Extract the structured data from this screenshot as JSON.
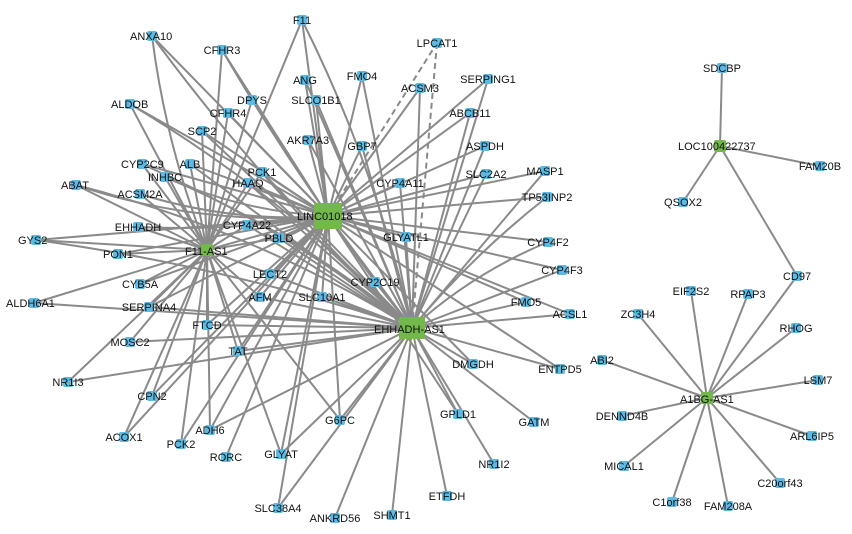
{
  "graph": {
    "hubs": [
      "LINC01018",
      "EHHADH-AS1",
      "F11-AS1",
      "A1BG-AS1",
      "LOC100422737"
    ],
    "genes": [
      "F11",
      "ANXA10",
      "CFHR3",
      "LPCAT1",
      "ANG",
      "FMO4",
      "DPYS",
      "SLCO1B1",
      "ACSM3",
      "SERPING1",
      "ALDOB",
      "CFHR4",
      "SCP2",
      "AKR7A3",
      "ABCB11",
      "GBP7",
      "ASPDH",
      "CYP2C9",
      "ALB",
      "INHBC",
      "PCK1",
      "HAAQ",
      "SLC2A2",
      "CYP4A11",
      "MASP1",
      "ABAT",
      "ACSM2A",
      "TP53INP2",
      "EHHADH",
      "CYP4A22",
      "GYS2",
      "PBLD",
      "GLYATL1",
      "CYP4F2",
      "PON1",
      "LECT2",
      "CYP2C19",
      "CYP4F3",
      "CYB5A",
      "ALDH6A1",
      "AFM",
      "SLC10A1",
      "FMO5",
      "ACSL1",
      "SERPINA4",
      "FTCD",
      "MOSC2",
      "TAT",
      "DMGDH",
      "ENTPD5",
      "NR1I3",
      "CPN2",
      "ACOX1",
      "ADH6",
      "PCK2",
      "G6PC",
      "GPLD1",
      "GATM",
      "GLYAT",
      "NR1I2",
      "RORC",
      "ETFDH",
      "SLC38A4",
      "ANKRD56",
      "SHMT1",
      "SDCBP",
      "FAM20B",
      "QSOX2",
      "CD97",
      "EIF2S2",
      "RPAP3",
      "ZC3H4",
      "RHOG",
      "ABI2",
      "LSM7",
      "DENND4B",
      "ARL6IP5",
      "MICAL1",
      "C20orf43",
      "C1orf38",
      "FAM208A"
    ],
    "edges": [
      [
        "LINC01018",
        "F11"
      ],
      [
        "LINC01018",
        "ANXA10"
      ],
      [
        "LINC01018",
        "CFHR3"
      ],
      [
        "LINC01018",
        "ANG"
      ],
      [
        "LINC01018",
        "FMO4"
      ],
      [
        "LINC01018",
        "DPYS"
      ],
      [
        "LINC01018",
        "SLCO1B1"
      ],
      [
        "LINC01018",
        "ACSM3"
      ],
      [
        "LINC01018",
        "SERPING1"
      ],
      [
        "LINC01018",
        "ALDOB"
      ],
      [
        "LINC01018",
        "CFHR4"
      ],
      [
        "LINC01018",
        "SCP2"
      ],
      [
        "LINC01018",
        "AKR7A3"
      ],
      [
        "LINC01018",
        "ABCB11"
      ],
      [
        "LINC01018",
        "GBP7"
      ],
      [
        "LINC01018",
        "ASPDH"
      ],
      [
        "LINC01018",
        "CYP2C9"
      ],
      [
        "LINC01018",
        "ALB"
      ],
      [
        "LINC01018",
        "INHBC"
      ],
      [
        "LINC01018",
        "PCK1"
      ],
      [
        "LINC01018",
        "HAAQ"
      ],
      [
        "LINC01018",
        "SLC2A2"
      ],
      [
        "LINC01018",
        "CYP4A11"
      ],
      [
        "LINC01018",
        "MASP1"
      ],
      [
        "LINC01018",
        "ABAT"
      ],
      [
        "LINC01018",
        "ACSM2A"
      ],
      [
        "LINC01018",
        "TP53INP2"
      ],
      [
        "LINC01018",
        "CYP4A22"
      ],
      [
        "LINC01018",
        "GYS2"
      ],
      [
        "LINC01018",
        "PBLD"
      ],
      [
        "LINC01018",
        "GLYATL1"
      ],
      [
        "LINC01018",
        "CYP4F2"
      ],
      [
        "LINC01018",
        "LECT2"
      ],
      [
        "LINC01018",
        "CYP2C19"
      ],
      [
        "LINC01018",
        "AFM"
      ],
      [
        "LINC01018",
        "SLC10A1"
      ],
      [
        "LINC01018",
        "FMO5"
      ],
      [
        "LINC01018",
        "TAT"
      ],
      [
        "LINC01018",
        "FTCD"
      ],
      [
        "LINC01018",
        "G6PC"
      ],
      [
        "LINC01018",
        "GLYAT"
      ],
      [
        "LINC01018",
        "ADH6"
      ],
      [
        "LINC01018",
        "PCK2"
      ],
      [
        "LINC01018",
        "ACOX1"
      ],
      [
        "LINC01018",
        "RORC"
      ],
      [
        "LINC01018",
        "EHHADH-AS1"
      ],
      [
        "LINC01018",
        "F11-AS1"
      ],
      [
        "LINC01018",
        "CYP4F3"
      ],
      [
        "LINC01018",
        "ACSL1"
      ],
      [
        "LINC01018",
        "DMGDH"
      ],
      [
        "LINC01018",
        "ENTPD5"
      ],
      [
        "LINC01018",
        "GPLD1"
      ],
      [
        "LINC01018",
        "SERPINA4"
      ],
      [
        "LINC01018",
        "CYB5A"
      ],
      [
        "LINC01018",
        "PON1"
      ],
      [
        "LINC01018",
        "EHHADH"
      ],
      [
        "LINC01018",
        "CPN2"
      ],
      [
        "LINC01018",
        "SLC38A4"
      ],
      [
        "EHHADH-AS1",
        "F11"
      ],
      [
        "EHHADH-AS1",
        "ANXA10"
      ],
      [
        "EHHADH-AS1",
        "CFHR3"
      ],
      [
        "EHHADH-AS1",
        "ANG"
      ],
      [
        "EHHADH-AS1",
        "FMO4"
      ],
      [
        "EHHADH-AS1",
        "SLCO1B1"
      ],
      [
        "EHHADH-AS1",
        "ACSM3"
      ],
      [
        "EHHADH-AS1",
        "SERPING1"
      ],
      [
        "EHHADH-AS1",
        "ALDOB"
      ],
      [
        "EHHADH-AS1",
        "SCP2"
      ],
      [
        "EHHADH-AS1",
        "AKR7A3"
      ],
      [
        "EHHADH-AS1",
        "ABCB11"
      ],
      [
        "EHHADH-AS1",
        "GBP7"
      ],
      [
        "EHHADH-AS1",
        "ASPDH"
      ],
      [
        "EHHADH-AS1",
        "CYP2C9"
      ],
      [
        "EHHADH-AS1",
        "ALB"
      ],
      [
        "EHHADH-AS1",
        "INHBC"
      ],
      [
        "EHHADH-AS1",
        "HAAQ"
      ],
      [
        "EHHADH-AS1",
        "SLC2A2"
      ],
      [
        "EHHADH-AS1",
        "CYP4A11"
      ],
      [
        "EHHADH-AS1",
        "MASP1"
      ],
      [
        "EHHADH-AS1",
        "ABAT"
      ],
      [
        "EHHADH-AS1",
        "TP53INP2"
      ],
      [
        "EHHADH-AS1",
        "CYP4A22"
      ],
      [
        "EHHADH-AS1",
        "GYS2"
      ],
      [
        "EHHADH-AS1",
        "PBLD"
      ],
      [
        "EHHADH-AS1",
        "GLYATL1"
      ],
      [
        "EHHADH-AS1",
        "CYP4F2"
      ],
      [
        "EHHADH-AS1",
        "CYP4F3"
      ],
      [
        "EHHADH-AS1",
        "FMO5"
      ],
      [
        "EHHADH-AS1",
        "ACSL1"
      ],
      [
        "EHHADH-AS1",
        "DMGDH"
      ],
      [
        "EHHADH-AS1",
        "ENTPD5"
      ],
      [
        "EHHADH-AS1",
        "GATM"
      ],
      [
        "EHHADH-AS1",
        "GPLD1"
      ],
      [
        "EHHADH-AS1",
        "NR1I2"
      ],
      [
        "EHHADH-AS1",
        "ETFDH"
      ],
      [
        "EHHADH-AS1",
        "SHMT1"
      ],
      [
        "EHHADH-AS1",
        "ANKRD56"
      ],
      [
        "EHHADH-AS1",
        "SLC38A4"
      ],
      [
        "EHHADH-AS1",
        "G6PC"
      ],
      [
        "EHHADH-AS1",
        "GLYAT"
      ],
      [
        "EHHADH-AS1",
        "TAT"
      ],
      [
        "EHHADH-AS1",
        "FTCD"
      ],
      [
        "EHHADH-AS1",
        "AFM"
      ],
      [
        "EHHADH-AS1",
        "SLC10A1"
      ],
      [
        "EHHADH-AS1",
        "LECT2"
      ],
      [
        "EHHADH-AS1",
        "CYP2C19"
      ],
      [
        "EHHADH-AS1",
        "SERPINA4"
      ],
      [
        "EHHADH-AS1",
        "MOSC2"
      ],
      [
        "EHHADH-AS1",
        "NR1I3"
      ],
      [
        "EHHADH-AS1",
        "ALDH6A1"
      ],
      [
        "EHHADH-AS1",
        "F11-AS1"
      ],
      [
        "EHHADH-AS1",
        "PCK1"
      ],
      [
        "EHHADH-AS1",
        "ADH6"
      ],
      [
        "F11-AS1",
        "ANXA10"
      ],
      [
        "F11-AS1",
        "CFHR3"
      ],
      [
        "F11-AS1",
        "DPYS"
      ],
      [
        "F11-AS1",
        "ALDOB"
      ],
      [
        "F11-AS1",
        "CFHR4"
      ],
      [
        "F11-AS1",
        "SCP2"
      ],
      [
        "F11-AS1",
        "CYP2C9"
      ],
      [
        "F11-AS1",
        "ALB"
      ],
      [
        "F11-AS1",
        "INHBC"
      ],
      [
        "F11-AS1",
        "PCK1"
      ],
      [
        "F11-AS1",
        "HAAQ"
      ],
      [
        "F11-AS1",
        "ABAT"
      ],
      [
        "F11-AS1",
        "ACSM2A"
      ],
      [
        "F11-AS1",
        "EHHADH"
      ],
      [
        "F11-AS1",
        "GYS2"
      ],
      [
        "F11-AS1",
        "PON1"
      ],
      [
        "F11-AS1",
        "CYP4A22"
      ],
      [
        "F11-AS1",
        "PBLD"
      ],
      [
        "F11-AS1",
        "CYB5A"
      ],
      [
        "F11-AS1",
        "ALDH6A1"
      ],
      [
        "F11-AS1",
        "SERPINA4"
      ],
      [
        "F11-AS1",
        "MOSC2"
      ],
      [
        "F11-AS1",
        "FTCD"
      ],
      [
        "F11-AS1",
        "TAT"
      ],
      [
        "F11-AS1",
        "NR1I3"
      ],
      [
        "F11-AS1",
        "CPN2"
      ],
      [
        "F11-AS1",
        "ACOX1"
      ],
      [
        "F11-AS1",
        "ADH6"
      ],
      [
        "F11-AS1",
        "PCK2"
      ],
      [
        "F11-AS1",
        "GLYAT"
      ],
      [
        "F11-AS1",
        "G6PC"
      ],
      [
        "F11-AS1",
        "LECT2"
      ],
      [
        "F11-AS1",
        "AFM"
      ],
      [
        "F11-AS1",
        "F11"
      ],
      [
        "LOC100422737",
        "SDCBP"
      ],
      [
        "LOC100422737",
        "FAM20B"
      ],
      [
        "LOC100422737",
        "QSOX2"
      ],
      [
        "LOC100422737",
        "CD97"
      ],
      [
        "A1BG-AS1",
        "CD97"
      ],
      [
        "A1BG-AS1",
        "EIF2S2"
      ],
      [
        "A1BG-AS1",
        "RPAP3"
      ],
      [
        "A1BG-AS1",
        "ZC3H4"
      ],
      [
        "A1BG-AS1",
        "RHOG"
      ],
      [
        "A1BG-AS1",
        "ABI2"
      ],
      [
        "A1BG-AS1",
        "LSM7"
      ],
      [
        "A1BG-AS1",
        "DENND4B"
      ],
      [
        "A1BG-AS1",
        "ARL6IP5"
      ],
      [
        "A1BG-AS1",
        "MICAL1"
      ],
      [
        "A1BG-AS1",
        "C20orf43"
      ],
      [
        "A1BG-AS1",
        "C1orf38"
      ],
      [
        "A1BG-AS1",
        "FAM208A"
      ]
    ],
    "dashed_edges": [
      [
        "LINC01018",
        "LPCAT1"
      ],
      [
        "EHHADH-AS1",
        "LPCAT1"
      ]
    ],
    "colors": {
      "gene_node": "#5bbbe5",
      "hub_node": "#72b84b",
      "edge": "#8a8a8a",
      "label": "#111111"
    }
  }
}
